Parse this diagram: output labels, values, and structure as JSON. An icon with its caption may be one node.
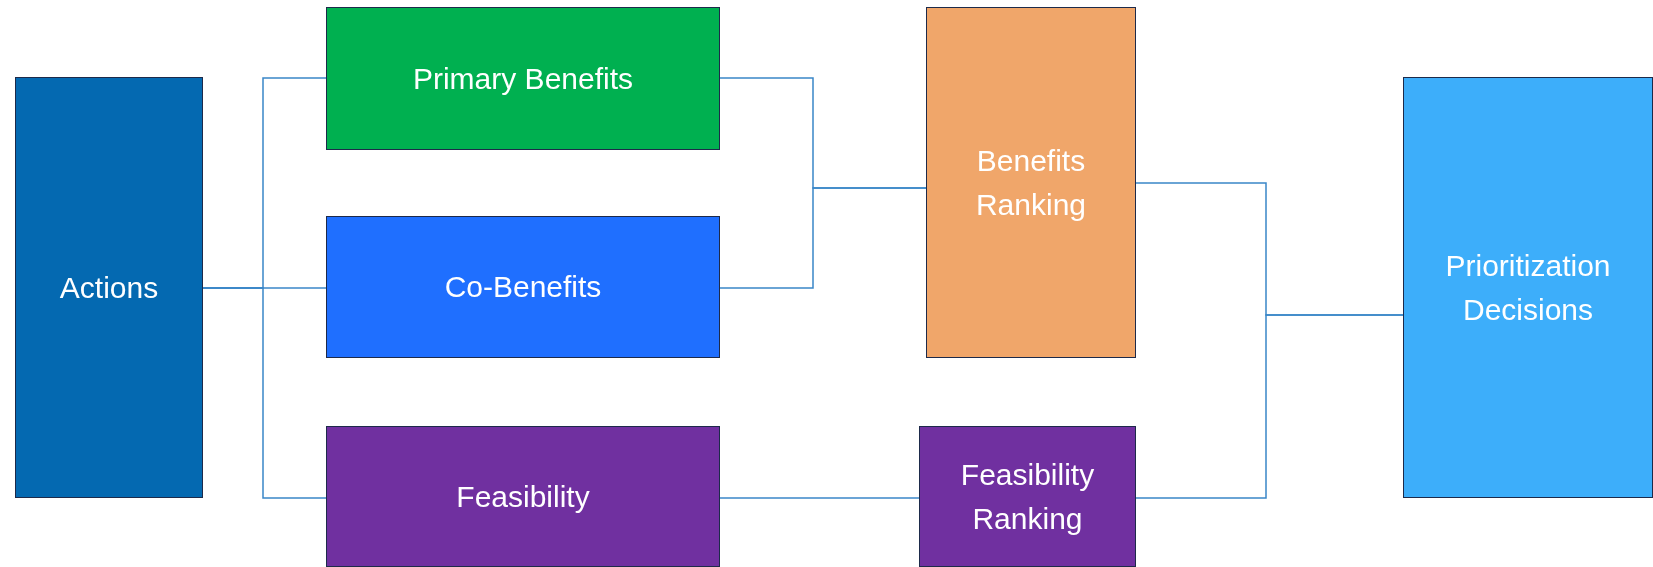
{
  "diagram": {
    "nodes": [
      {
        "text": [
          "Actions"
        ]
      },
      {
        "text": [
          "Primary Benefits"
        ]
      },
      {
        "text": [
          "Co-Benefits"
        ]
      },
      {
        "text": [
          "Feasibility"
        ]
      },
      {
        "text": [
          "Benefits Ranking"
        ]
      },
      {
        "text": [
          "Feasibility Ranking"
        ]
      },
      {
        "text": [
          "Prioritization Decisions"
        ]
      }
    ],
    "edges": [
      {
        "from": 0,
        "to": 1,
        "arrow": "none"
      },
      {
        "from": 0,
        "to": 2,
        "arrow": "none"
      },
      {
        "from": 0,
        "to": 3,
        "arrow": "none"
      },
      {
        "from": 1,
        "to": 4,
        "arrow": "none"
      },
      {
        "from": 2,
        "to": 4,
        "arrow": "none"
      },
      {
        "from": 3,
        "to": 5,
        "arrow": "none"
      },
      {
        "from": 4,
        "to": 6,
        "arrow": "none"
      },
      {
        "from": 5,
        "to": 6,
        "arrow": "none"
      }
    ]
  }
}
